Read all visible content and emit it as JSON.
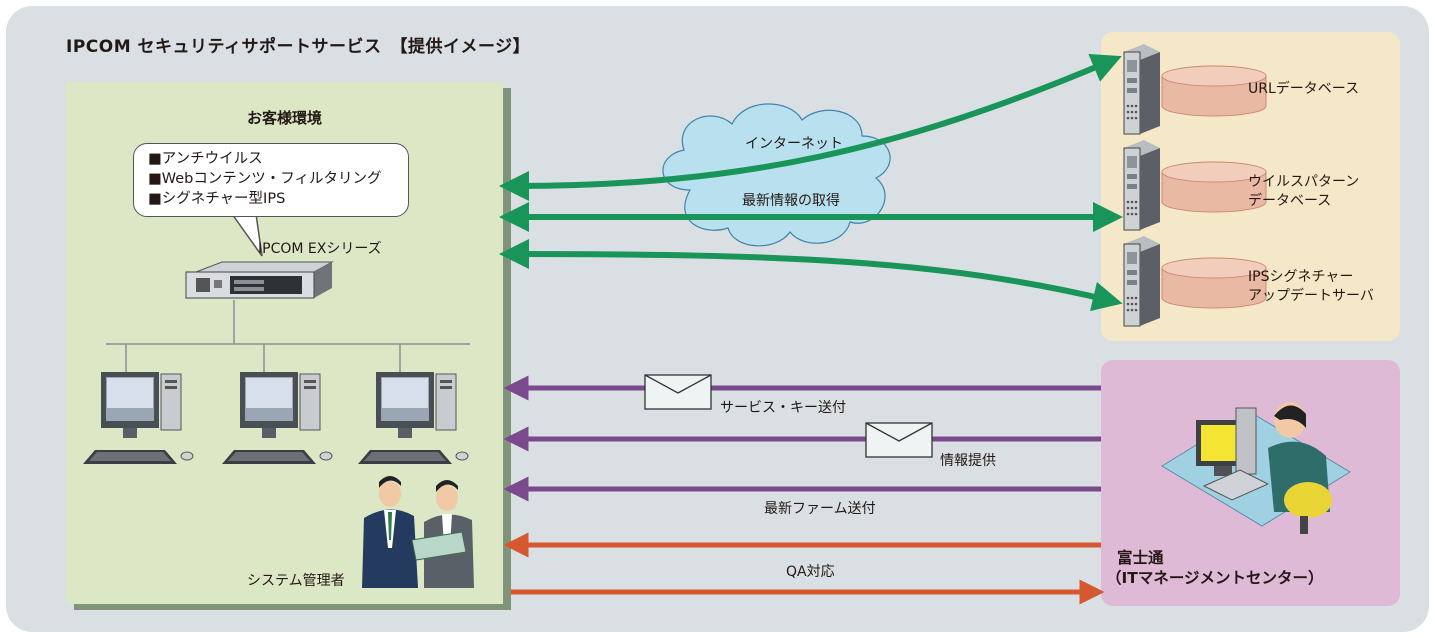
{
  "title": "IPCOM セキュリティサポートサービス　【提供イメージ】",
  "customer": {
    "heading": "お客様環境",
    "features": [
      "■アンチウイルス",
      "■Webコンテンツ・フィルタリング",
      "■シグネチャー型IPS"
    ],
    "device_label": "IPCOM EXシリーズ",
    "admin_label": "システム管理者"
  },
  "internet_label": "インターネット",
  "services": [
    "URLデータベース",
    "ウイルスパターン\nデータベース",
    "IPSシグネチャー\nアップデートサーバ"
  ],
  "fujitsu": {
    "line1": "富士通",
    "line2": "（ITマネージメントセンター）"
  },
  "flows": {
    "latest_info": "最新情報の取得",
    "service_key": "サービス・キー送付",
    "info_provide": "情報提供",
    "firmware": "最新ファーム送付",
    "qa": "QA対応"
  },
  "colors": {
    "frame": "#d9dfe3",
    "customer_bg": "#dce8c5",
    "service_bg": "#f5e8c8",
    "fujitsu_bg": "#dfbad7",
    "green_arrow": "#19955a",
    "purple_arrow": "#7b4a8c",
    "orange_arrow": "#d5582f",
    "cloud": "#b8e0ee"
  }
}
